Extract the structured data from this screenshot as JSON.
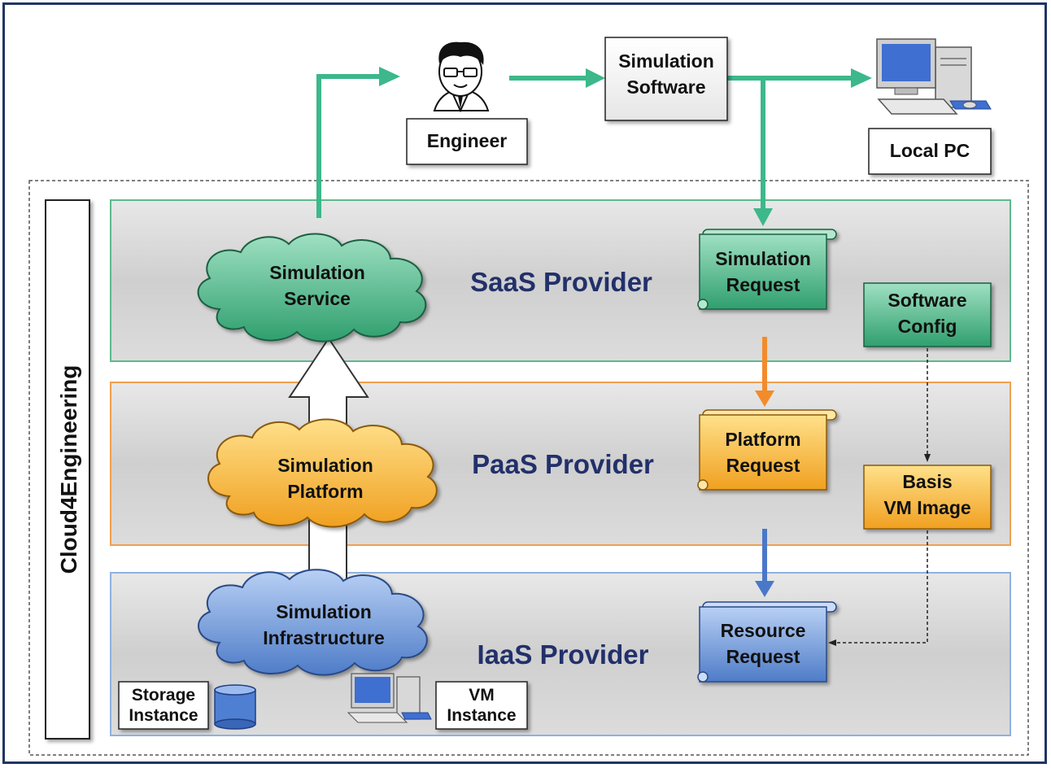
{
  "diagram": {
    "side_label": "Cloud4Engineering",
    "top": {
      "engineer": "Engineer",
      "simulation_software": [
        "Simulation",
        "Software"
      ],
      "local_pc": "Local PC"
    },
    "layers": {
      "saas": {
        "title": "SaaS Provider",
        "cloud": [
          "Simulation",
          "Service"
        ],
        "request": [
          "Simulation",
          "Request"
        ],
        "config": [
          "Software",
          "Config"
        ]
      },
      "paas": {
        "title": "PaaS Provider",
        "cloud": [
          "Simulation",
          "Platform"
        ],
        "request": [
          "Platform",
          "Request"
        ],
        "image": [
          "Basis",
          "VM Image"
        ]
      },
      "iaas": {
        "title": "IaaS Provider",
        "cloud": [
          "Simulation",
          "Infrastructure"
        ],
        "request": [
          "Resource",
          "Request"
        ],
        "storage": [
          "Storage",
          "Instance"
        ],
        "vm": [
          "VM",
          "Instance"
        ]
      }
    },
    "colors": {
      "frame": "#1f3566",
      "saas_border": "#5cba8e",
      "paas_border": "#f0a050",
      "iaas_border": "#8fb1e0",
      "flow_green": "#3cb88a",
      "flow_orange": "#f28b2c",
      "flow_blue": "#4a78c8",
      "title_text": "#22306a"
    }
  }
}
